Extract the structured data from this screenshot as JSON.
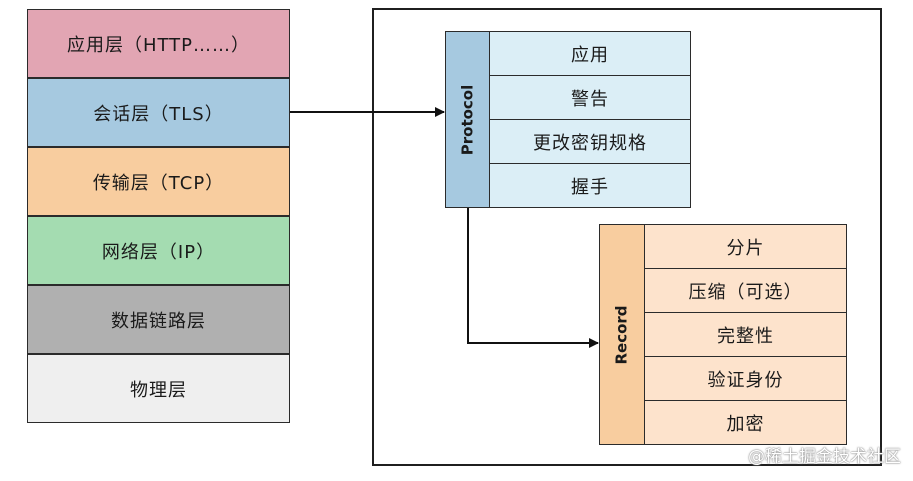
{
  "stack": {
    "layers": [
      {
        "label": "应用层（HTTP……）",
        "color": "#e2a5b3"
      },
      {
        "label": "会话层（TLS）",
        "color": "#a6c9e0"
      },
      {
        "label": "传输层（TCP）",
        "color": "#f8cd9f"
      },
      {
        "label": "网络层（IP）",
        "color": "#a4dcb1"
      },
      {
        "label": "数据链路层",
        "color": "#b0b0b0"
      },
      {
        "label": "物理层",
        "color": "#efefef"
      }
    ]
  },
  "protocol": {
    "title": "Protocol",
    "color": "#a6c9e0",
    "items": [
      "应用",
      "警告",
      "更改密钥规格",
      "握手"
    ]
  },
  "record": {
    "title": "Record",
    "color": "#f8cd9f",
    "items": [
      "分片",
      "压缩（可选）",
      "完整性",
      "验证身份",
      "加密"
    ]
  },
  "watermark": "@稀土掘金技术社区"
}
